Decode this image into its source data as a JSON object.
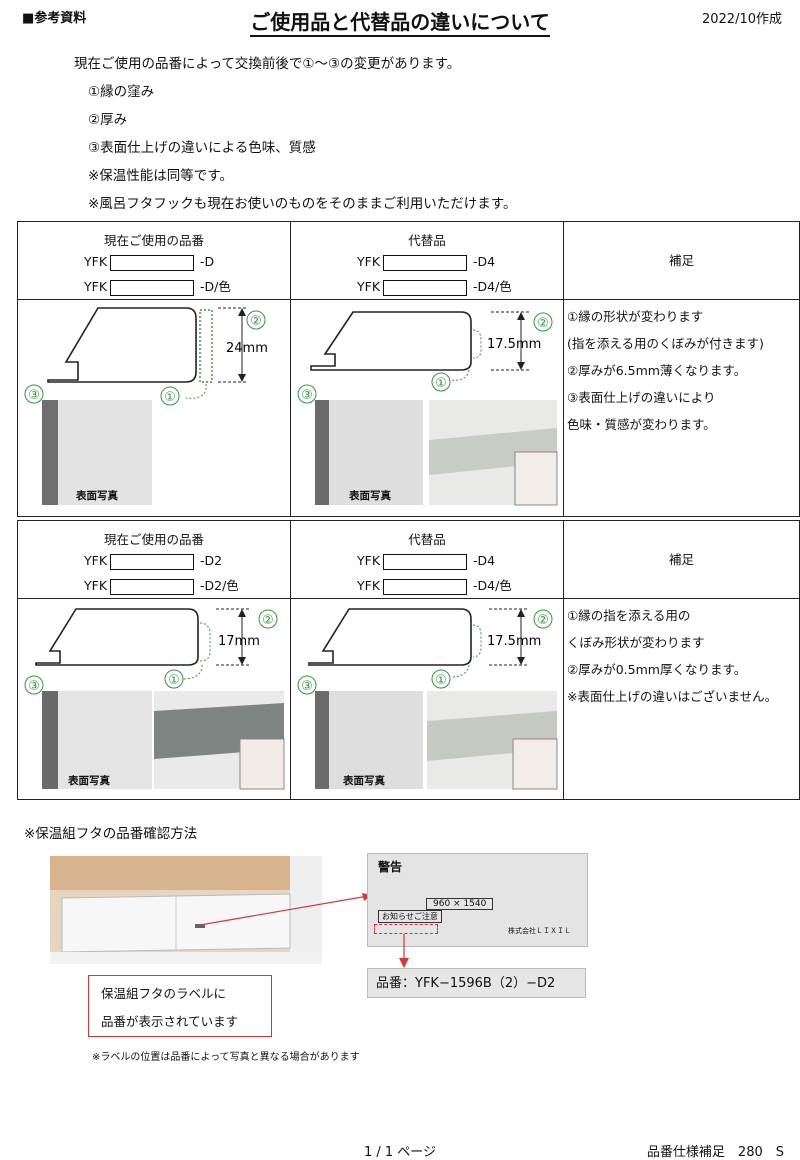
{
  "header": {
    "left_label": "■参考資料",
    "title": "ご使用品と代替品の違いについて",
    "date": "2022/10作成"
  },
  "intro": {
    "lead": "現在ご使用の品番によって交換前後で①～③の変更があります。",
    "items": [
      "①縁の窪み",
      "②厚み",
      "③表面仕上げの違いによる色味、質感",
      "※保温性能は同等です。",
      "※風呂フタフックも現在お使いのものをそのままご利用いただけます。"
    ]
  },
  "table1": {
    "current_title": "現在ご使用の品番",
    "current_rows": [
      {
        "prefix": "YFK",
        "suffix": "-D"
      },
      {
        "prefix": "YFK",
        "suffix": "-D/色"
      }
    ],
    "alt_title": "代替品",
    "alt_rows": [
      {
        "prefix": "YFK",
        "suffix": "-D4"
      },
      {
        "prefix": "YFK",
        "suffix": "-D4/色"
      }
    ],
    "note_title": "補足",
    "current_thickness": "24mm",
    "alt_thickness": "17.5mm",
    "photo_caption": "表面写真",
    "notes": [
      "①縁の形状が変わります",
      "(指を添える用のくぼみが付きます)",
      "②厚みが6.5mm薄くなります。",
      "③表面仕上げの違いにより",
      "色味・質感が変わります。"
    ]
  },
  "table2": {
    "current_title": "現在ご使用の品番",
    "current_rows": [
      {
        "prefix": "YFK",
        "suffix": "-D2"
      },
      {
        "prefix": "YFK",
        "suffix": "-D2/色"
      }
    ],
    "alt_title": "代替品",
    "alt_rows": [
      {
        "prefix": "YFK",
        "suffix": "-D4"
      },
      {
        "prefix": "YFK",
        "suffix": "-D4/色"
      }
    ],
    "note_title": "補足",
    "current_thickness": "17mm",
    "alt_thickness": "17.5mm",
    "photo_caption": "表面写真",
    "notes": [
      "①縁の指を添える用の",
      "くぼみ形状が変わります",
      "②厚みが0.5mm厚くなります。",
      "※表面仕上げの違いはございません。"
    ]
  },
  "markers": {
    "one": "①",
    "two": "②",
    "three": "③"
  },
  "how_to": {
    "title": "※保温組フタの品番確認方法",
    "callout_lines": [
      "保温組フタのラベルに",
      "品番が表示されています"
    ],
    "note": "※ラベルの位置は品番によって写真と異なる場合があります",
    "label_warning": "警告",
    "label_caution": "お知らせご注意",
    "label_size": "960 × 1540",
    "label_maker": "株式会社ＬＩＸＩＬ",
    "label_product": "品番：YFK−1596B（2）−D2"
  },
  "footer": {
    "page": "1 / 1 ページ",
    "right": "品番仕様補足　280　S"
  },
  "colors": {
    "green": "#2e9a3e",
    "red": "#d33333"
  }
}
